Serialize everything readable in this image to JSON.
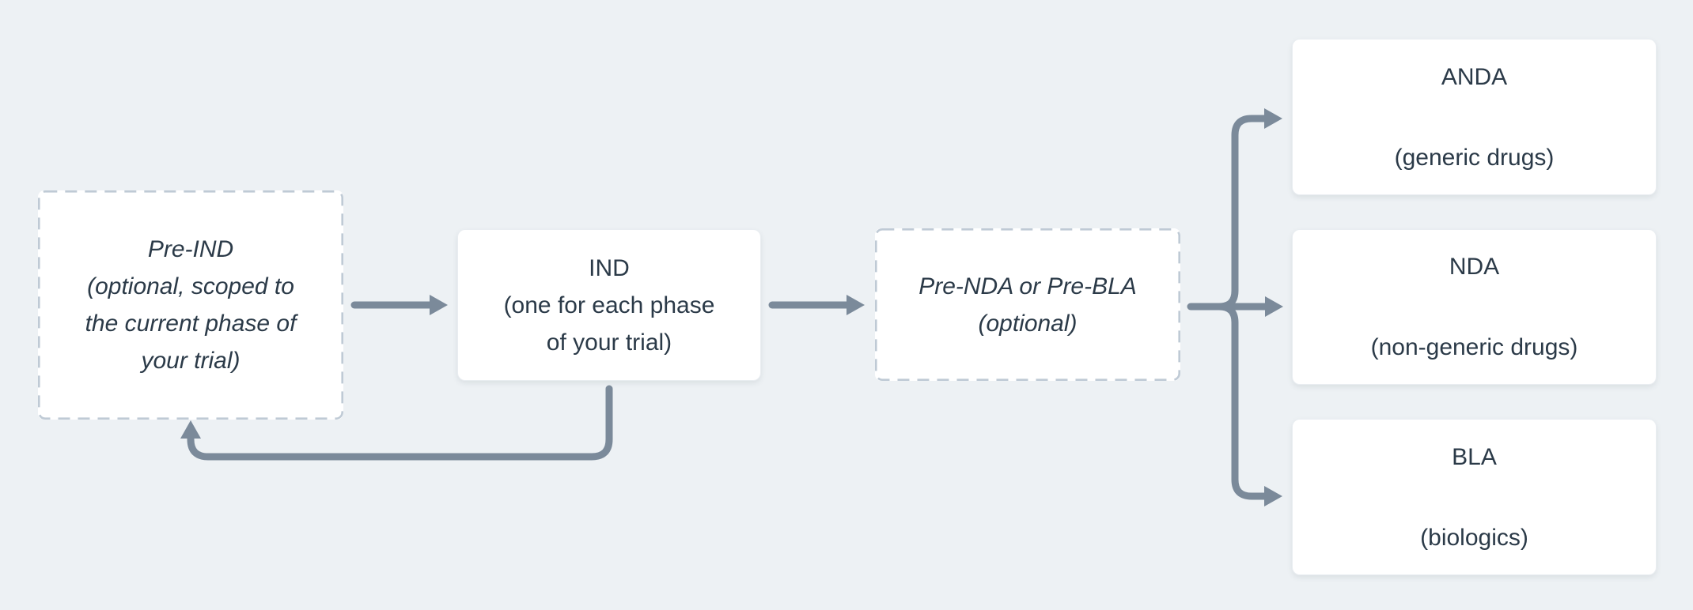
{
  "colors": {
    "background": "#edf1f4",
    "node_fill": "#ffffff",
    "dashed_border": "#bfcad5",
    "arrow": "#7b8a9a",
    "text": "#2b3a48"
  },
  "nodes": {
    "pre_ind": {
      "line1": "Pre-IND",
      "line2": "(optional, scoped to",
      "line3": "the current phase of",
      "line4": "your trial)"
    },
    "ind": {
      "line1": "IND",
      "line2": "(one for each phase",
      "line3": "of your trial)"
    },
    "pre_nda": {
      "line1": "Pre-NDA or Pre-BLA",
      "line2": "(optional)"
    },
    "anda": {
      "title": "ANDA",
      "subtitle": "(generic drugs)"
    },
    "nda": {
      "title": "NDA",
      "subtitle": "(non-generic drugs)"
    },
    "bla": {
      "title": "BLA",
      "subtitle": "(biologics)"
    }
  }
}
